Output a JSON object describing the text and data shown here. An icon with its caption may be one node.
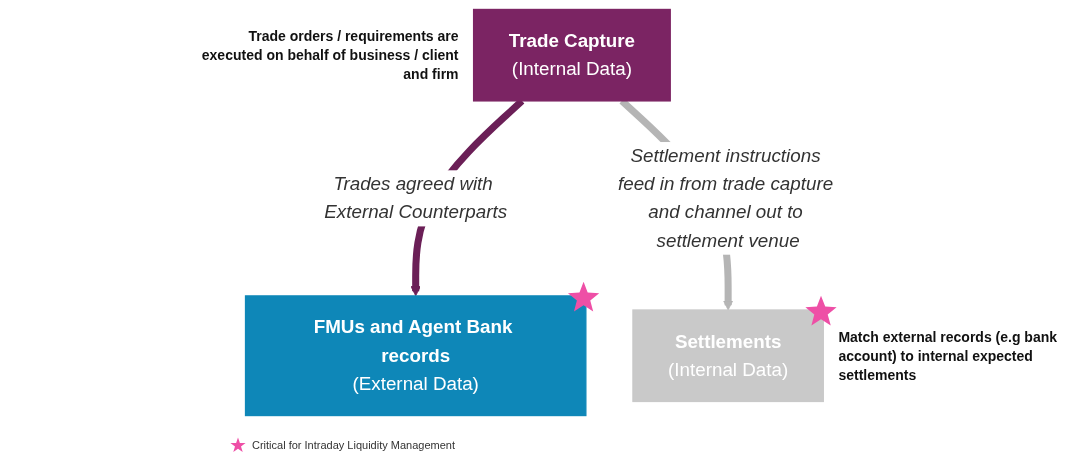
{
  "diagram": {
    "nodes": [
      {
        "text": [
          "Trade Capture",
          "(Internal Data)"
        ],
        "beside": [
          "Trade orders / requirements are executed on behalf of business / client and firm"
        ]
      },
      {
        "text": [
          "FMUs and Agent Bank records",
          "(External Data)"
        ]
      },
      {
        "text": [
          "Settlements",
          "(Internal Data)"
        ],
        "beside": [
          "Match external records (e.g bank account) to internal expected settlements"
        ]
      }
    ],
    "edges": [
      {
        "from": 0,
        "to": 1,
        "arrow": "to",
        "label": "Trades agreed with External Counterparts",
        "color": "#6b1f57"
      },
      {
        "from": 0,
        "to": 2,
        "arrow": "to",
        "label": "Settlement instructions feed in from trade capture and channel out to settlement venue",
        "color": "#b5b5b5"
      }
    ],
    "legend": [
      {
        "text": "Critical for Intraday Liquidity Management"
      }
    ]
  }
}
